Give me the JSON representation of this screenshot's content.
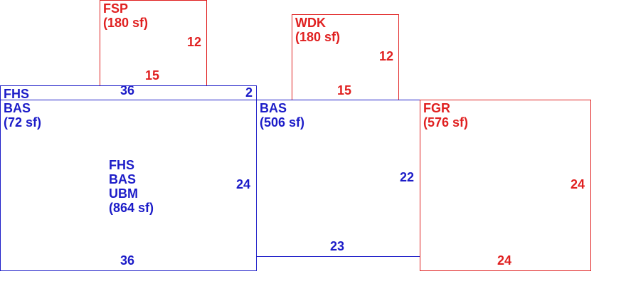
{
  "colors": {
    "living": "#1c1cc8",
    "exterior": "#e02020"
  },
  "areas": {
    "fsp": {
      "code": "FSP",
      "area": "(180 sf)",
      "dim_side": "12",
      "dim_bottom": "15"
    },
    "wdk": {
      "code": "WDK",
      "area": "(180 sf)",
      "dim_side": "12",
      "dim_bottom": "15"
    },
    "fhs_bas_small": {
      "code1": "FHS",
      "code2": "BAS",
      "area": "(72 sf)",
      "dim_top": "36",
      "dim_side": "2"
    },
    "main": {
      "code1": "FHS",
      "code2": "BAS",
      "code3": "UBM",
      "area": "(864 sf)",
      "dim_side": "24",
      "dim_bottom": "36"
    },
    "bas": {
      "code": "BAS",
      "area": "(506 sf)",
      "dim_side": "22",
      "dim_bottom": "23"
    },
    "fgr": {
      "code": "FGR",
      "area": "(576 sf)",
      "dim_side": "24",
      "dim_bottom": "24"
    }
  }
}
